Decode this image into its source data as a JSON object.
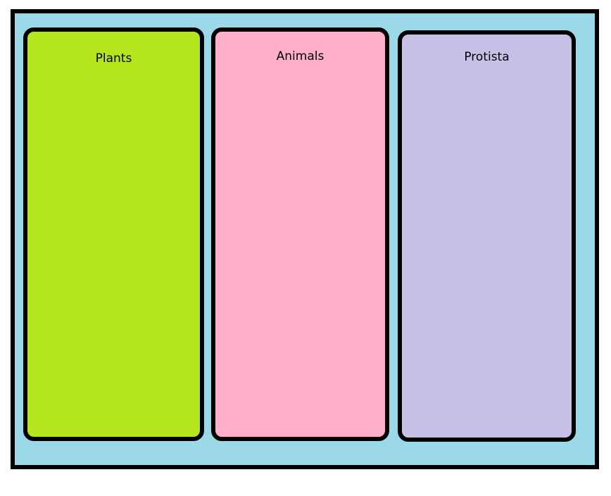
{
  "diagram": {
    "type": "three-column-category-chart",
    "canvas": {
      "background_color": "#ffffff"
    },
    "frame": {
      "background_color": "#9bd9e8",
      "border_color": "#000000"
    },
    "columns": [
      {
        "id": "plants",
        "label": "Plants",
        "fill_color": "#b5e61d",
        "border_color": "#000000",
        "items": []
      },
      {
        "id": "animals",
        "label": "Animals",
        "fill_color": "#ffaecc",
        "border_color": "#000000",
        "items": []
      },
      {
        "id": "protista",
        "label": "Protista",
        "fill_color": "#c9c0e8",
        "border_color": "#000000",
        "items": []
      }
    ]
  }
}
